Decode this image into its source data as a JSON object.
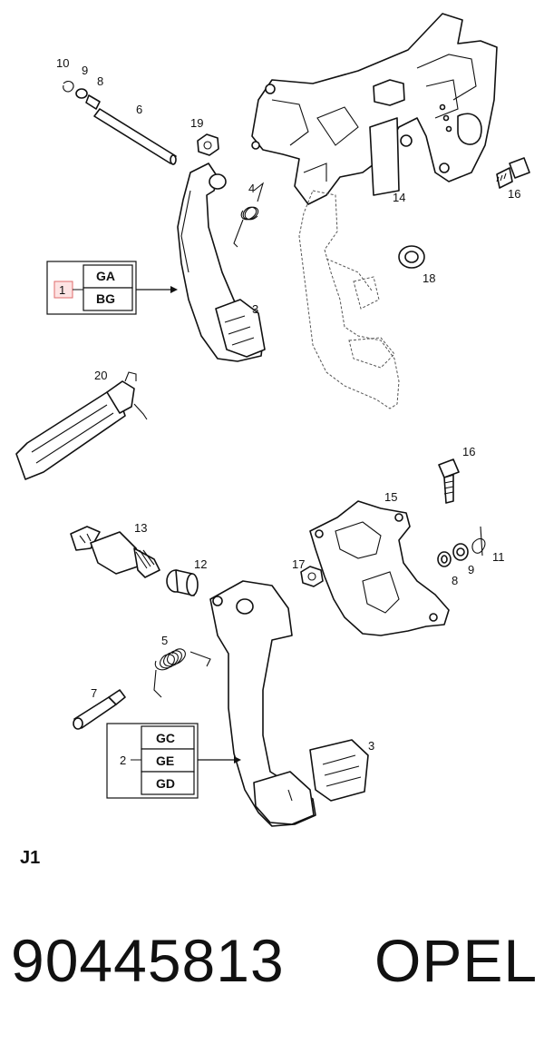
{
  "labels": {
    "l10": "10",
    "l9a": "9",
    "l8a": "8",
    "l6": "6",
    "l19": "19",
    "l4": "4",
    "l14": "14",
    "l16a": "16",
    "l18": "18",
    "l3a": "3",
    "l20": "20",
    "l16b": "16",
    "l15": "15",
    "l13": "13",
    "l12": "12",
    "l17": "17",
    "l11": "11",
    "l9b": "9",
    "l8b": "8",
    "l5": "5",
    "l7": "7",
    "l3b": "3"
  },
  "code_box_1": {
    "ref": "1",
    "codes": [
      "GA",
      "BG"
    ]
  },
  "code_box_2": {
    "ref": "2",
    "codes": [
      "GC",
      "GE",
      "GD"
    ]
  },
  "sheet_id": "J1",
  "part_number": "90445813",
  "brand": "OPEL",
  "colors": {
    "highlight_fill": "#fde3e3",
    "highlight_stroke": "#e06b6b",
    "line": "#111111"
  }
}
